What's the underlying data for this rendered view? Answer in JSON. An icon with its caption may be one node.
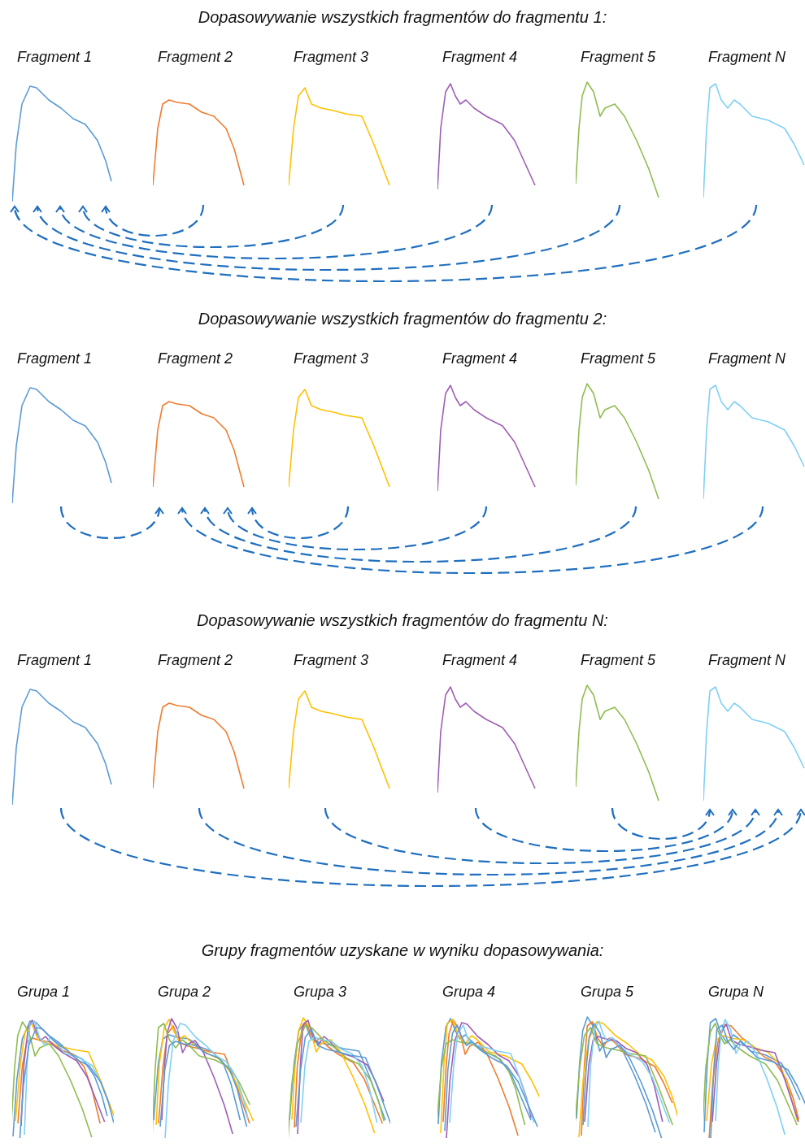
{
  "diagram": {
    "nodes": [
      {
        "text": [
          "Fragment 1"
        ]
      },
      {
        "text": [
          "Fragment 2"
        ]
      },
      {
        "text": [
          "Fragment 3"
        ]
      },
      {
        "text": [
          "Fragment 4"
        ]
      },
      {
        "text": [
          "Fragment 5"
        ]
      },
      {
        "text": [
          "Fragment N"
        ]
      },
      {
        "text": [
          "Fragment 1"
        ]
      },
      {
        "text": [
          "Fragment 2"
        ]
      },
      {
        "text": [
          "Fragment 3"
        ]
      },
      {
        "text": [
          "Fragment 4"
        ]
      },
      {
        "text": [
          "Fragment 5"
        ]
      },
      {
        "text": [
          "Fragment N"
        ]
      },
      {
        "text": [
          "Fragment 1"
        ]
      },
      {
        "text": [
          "Fragment 2"
        ]
      },
      {
        "text": [
          "Fragment 3"
        ]
      },
      {
        "text": [
          "Fragment 4"
        ]
      },
      {
        "text": [
          "Fragment 5"
        ]
      },
      {
        "text": [
          "Fragment N"
        ]
      },
      {
        "text": [
          "Grupa 1"
        ]
      },
      {
        "text": [
          "Grupa 2"
        ]
      },
      {
        "text": [
          "Grupa 3"
        ]
      },
      {
        "text": [
          "Grupa 4"
        ]
      },
      {
        "text": [
          "Grupa 5"
        ]
      },
      {
        "text": [
          "Grupa N"
        ]
      }
    ],
    "edges": [
      {
        "from": 1,
        "to": 0,
        "arrow": "to",
        "style": "dashed"
      },
      {
        "from": 2,
        "to": 0,
        "arrow": "to",
        "style": "dashed"
      },
      {
        "from": 3,
        "to": 0,
        "arrow": "to",
        "style": "dashed"
      },
      {
        "from": 4,
        "to": 0,
        "arrow": "to",
        "style": "dashed"
      },
      {
        "from": 5,
        "to": 0,
        "arrow": "to",
        "style": "dashed"
      },
      {
        "from": 6,
        "to": 7,
        "arrow": "to",
        "style": "dashed"
      },
      {
        "from": 8,
        "to": 7,
        "arrow": "to",
        "style": "dashed"
      },
      {
        "from": 9,
        "to": 7,
        "arrow": "to",
        "style": "dashed"
      },
      {
        "from": 10,
        "to": 7,
        "arrow": "to",
        "style": "dashed"
      },
      {
        "from": 11,
        "to": 7,
        "arrow": "to",
        "style": "dashed"
      },
      {
        "from": 12,
        "to": 17,
        "arrow": "to",
        "style": "dashed"
      },
      {
        "from": 13,
        "to": 17,
        "arrow": "to",
        "style": "dashed"
      },
      {
        "from": 14,
        "to": 17,
        "arrow": "to",
        "style": "dashed"
      },
      {
        "from": 15,
        "to": 17,
        "arrow": "to",
        "style": "dashed"
      },
      {
        "from": 16,
        "to": 17,
        "arrow": "to",
        "style": "dashed"
      }
    ],
    "labels": [
      "Dopasowywanie wszystkich fragmentów do fragmentu 1:",
      "Dopasowywanie wszystkich fragmentów do fragmentu 2:",
      "Dopasowywanie wszystkich fragmentów do fragmentu N:",
      "Grupy fragmentów uzyskane w wyniku dopasowywania:"
    ]
  }
}
